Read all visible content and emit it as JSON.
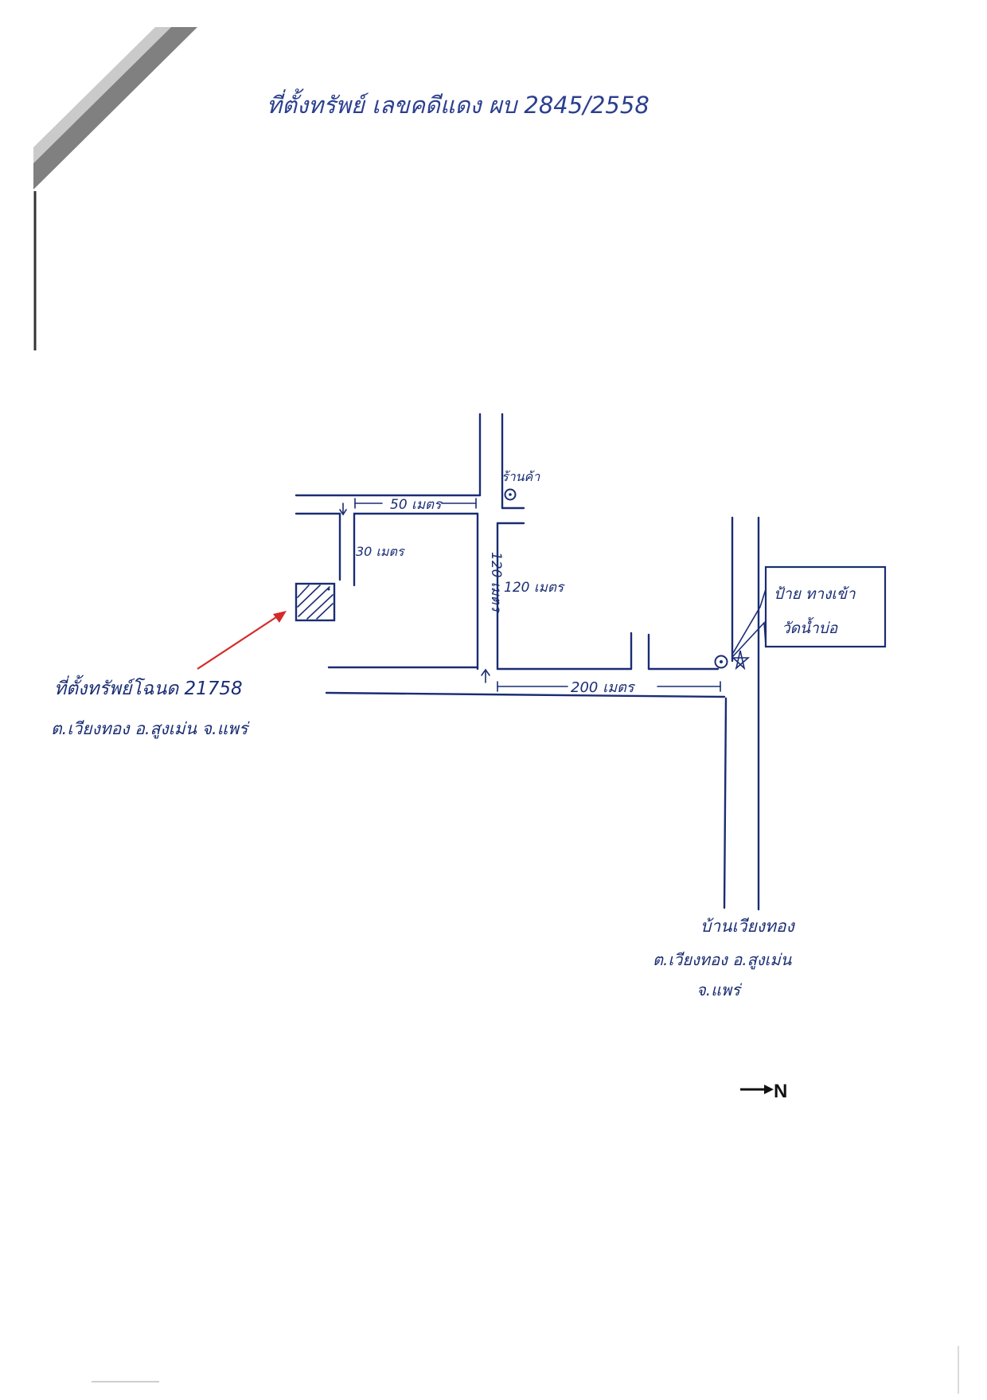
{
  "title": "ที่ตั้งทรัพย์ เลขคดีแดง ผบ 2845/2558",
  "property": {
    "label": "ที่ตั้งทรัพย์โฉนด 21758",
    "address": "ต.เวียงทอง อ.สูงเม่น จ.แพร่"
  },
  "landmarks": {
    "shop": "ร้านค้า",
    "sign_line1": "ป้าย ทางเข้า",
    "sign_line2": "วัดน้ำบ่อ"
  },
  "distances": {
    "top_road": "50 เมตร",
    "side_road": "30 เมตร",
    "vertical_left": "120 เมตร",
    "vertical_right": "120 เมตร",
    "bottom_road": "200 เมตร"
  },
  "village": {
    "line1": "บ้านเวียงทอง",
    "line2": "ต.เวียงทอง อ.สูงเม่น",
    "line3": "จ.แพร่"
  },
  "compass": {
    "label": "N",
    "icon": "arrow-right-icon"
  },
  "colors": {
    "ink": "#1a2d74",
    "pointer": "#d42a2a"
  }
}
